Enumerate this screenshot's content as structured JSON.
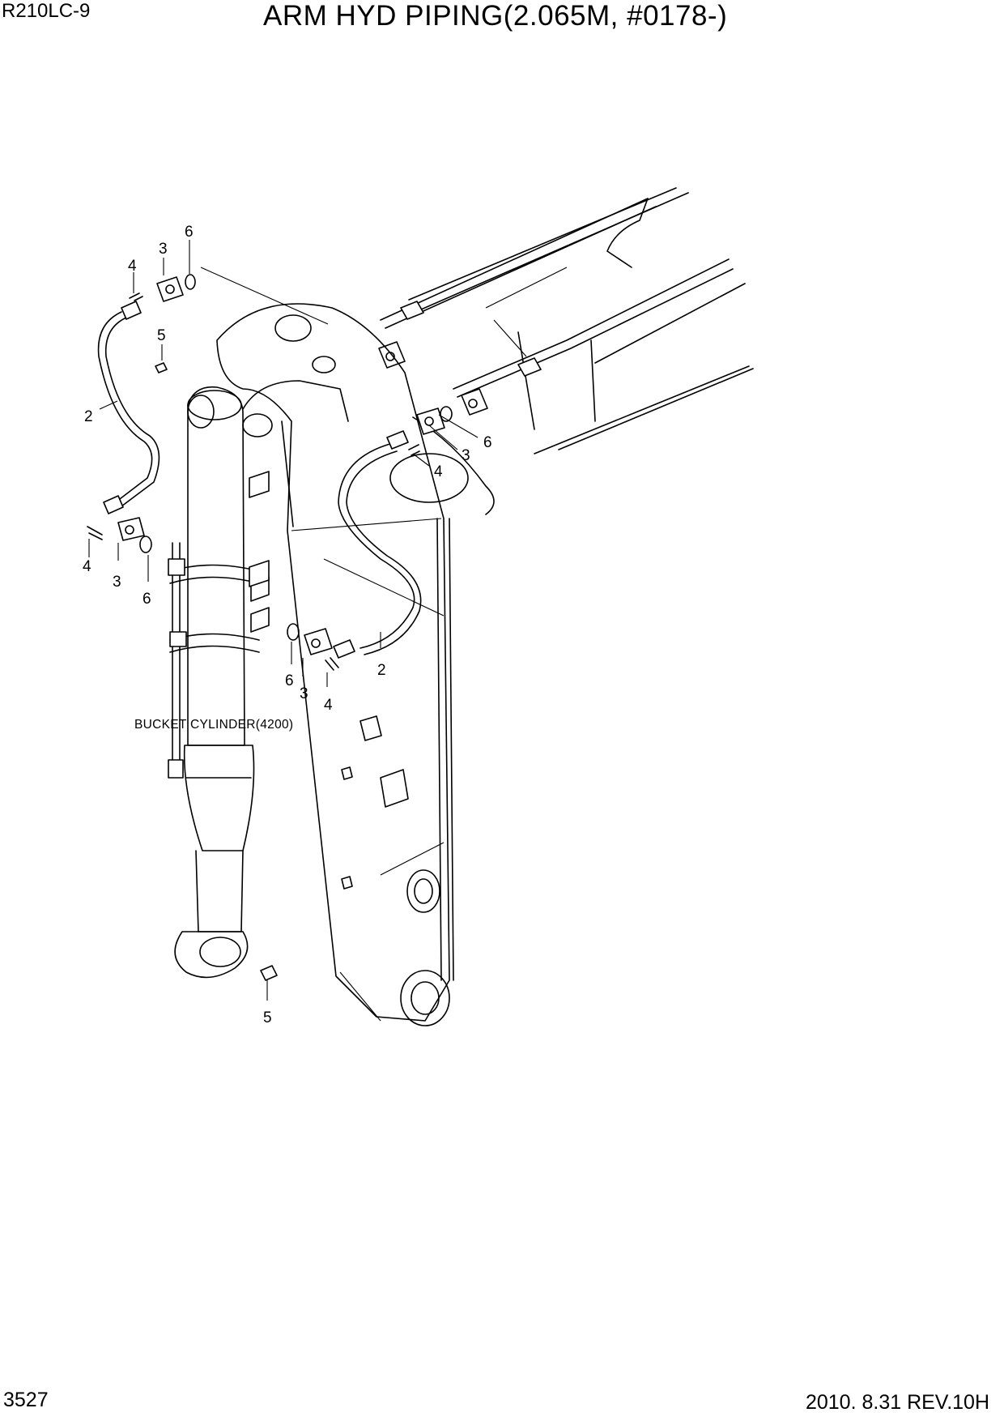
{
  "header": {
    "model": "R210LC-9",
    "title": "ARM HYD PIPING(2.065M, #0178-)"
  },
  "footer": {
    "page_number": "3527",
    "revision": "2010. 8.31  REV.10H"
  },
  "diagram": {
    "note": "BUCKET CYLINDER(4200)",
    "callouts": [
      {
        "id": "c6a",
        "label": "6"
      },
      {
        "id": "c3a",
        "label": "3"
      },
      {
        "id": "c4a",
        "label": "4"
      },
      {
        "id": "c5a",
        "label": "5"
      },
      {
        "id": "c2a",
        "label": "2"
      },
      {
        "id": "c6b",
        "label": "6"
      },
      {
        "id": "c3b",
        "label": "3"
      },
      {
        "id": "c4b",
        "label": "4"
      },
      {
        "id": "c4c",
        "label": "4"
      },
      {
        "id": "c3c",
        "label": "3"
      },
      {
        "id": "c6c",
        "label": "6"
      },
      {
        "id": "c2b",
        "label": "2"
      },
      {
        "id": "c6d",
        "label": "6"
      },
      {
        "id": "c3d",
        "label": "3"
      },
      {
        "id": "c4d",
        "label": "4"
      },
      {
        "id": "c5b",
        "label": "5"
      }
    ]
  }
}
